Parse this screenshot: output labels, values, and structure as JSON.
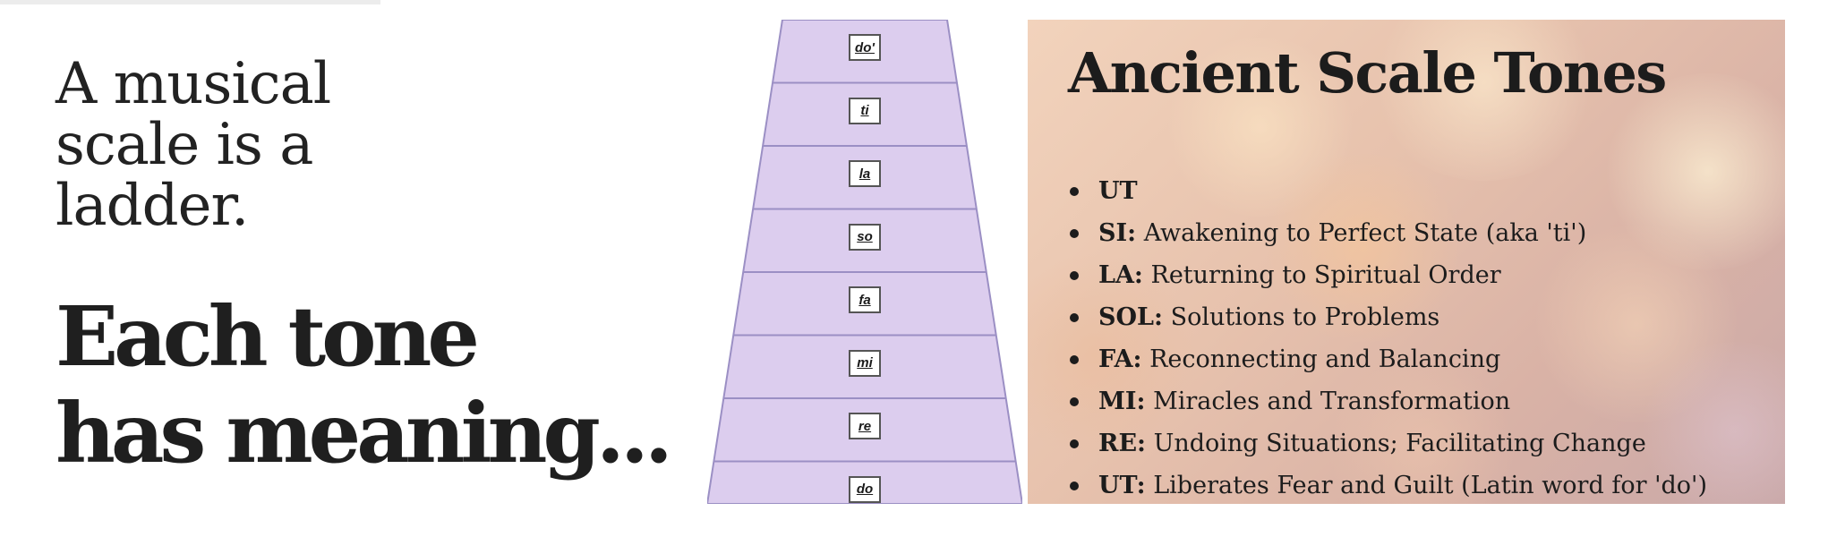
{
  "left": {
    "intro_lines": [
      "A musical",
      "scale is a",
      "ladder."
    ],
    "headline_lines": [
      "Each tone",
      "has meaning..."
    ]
  },
  "ladder": {
    "fill_color": "#dccdee",
    "line_color": "#9b8fc4",
    "notes": [
      "do'",
      "ti",
      "la",
      "so",
      "fa",
      "mi",
      "re",
      "do"
    ]
  },
  "panel": {
    "title": "Ancient Scale Tones",
    "items": [
      {
        "key": "UT",
        "text": ""
      },
      {
        "key": "SI:",
        "text": " Awakening to Perfect State (aka  'ti')"
      },
      {
        "key": "LA:",
        "text": " Returning to Spiritual Order"
      },
      {
        "key": "SOL:",
        "text": " Solutions to Problems"
      },
      {
        "key": "FA:",
        "text": " Reconnecting and Balancing"
      },
      {
        "key": "MI:",
        "text": " Miracles and Transformation"
      },
      {
        "key": "RE:",
        "text": " Undoing Situations; Facilitating Change"
      },
      {
        "key": "UT:",
        "text": " Liberates Fear and Guilt (Latin word for 'do')"
      }
    ]
  }
}
